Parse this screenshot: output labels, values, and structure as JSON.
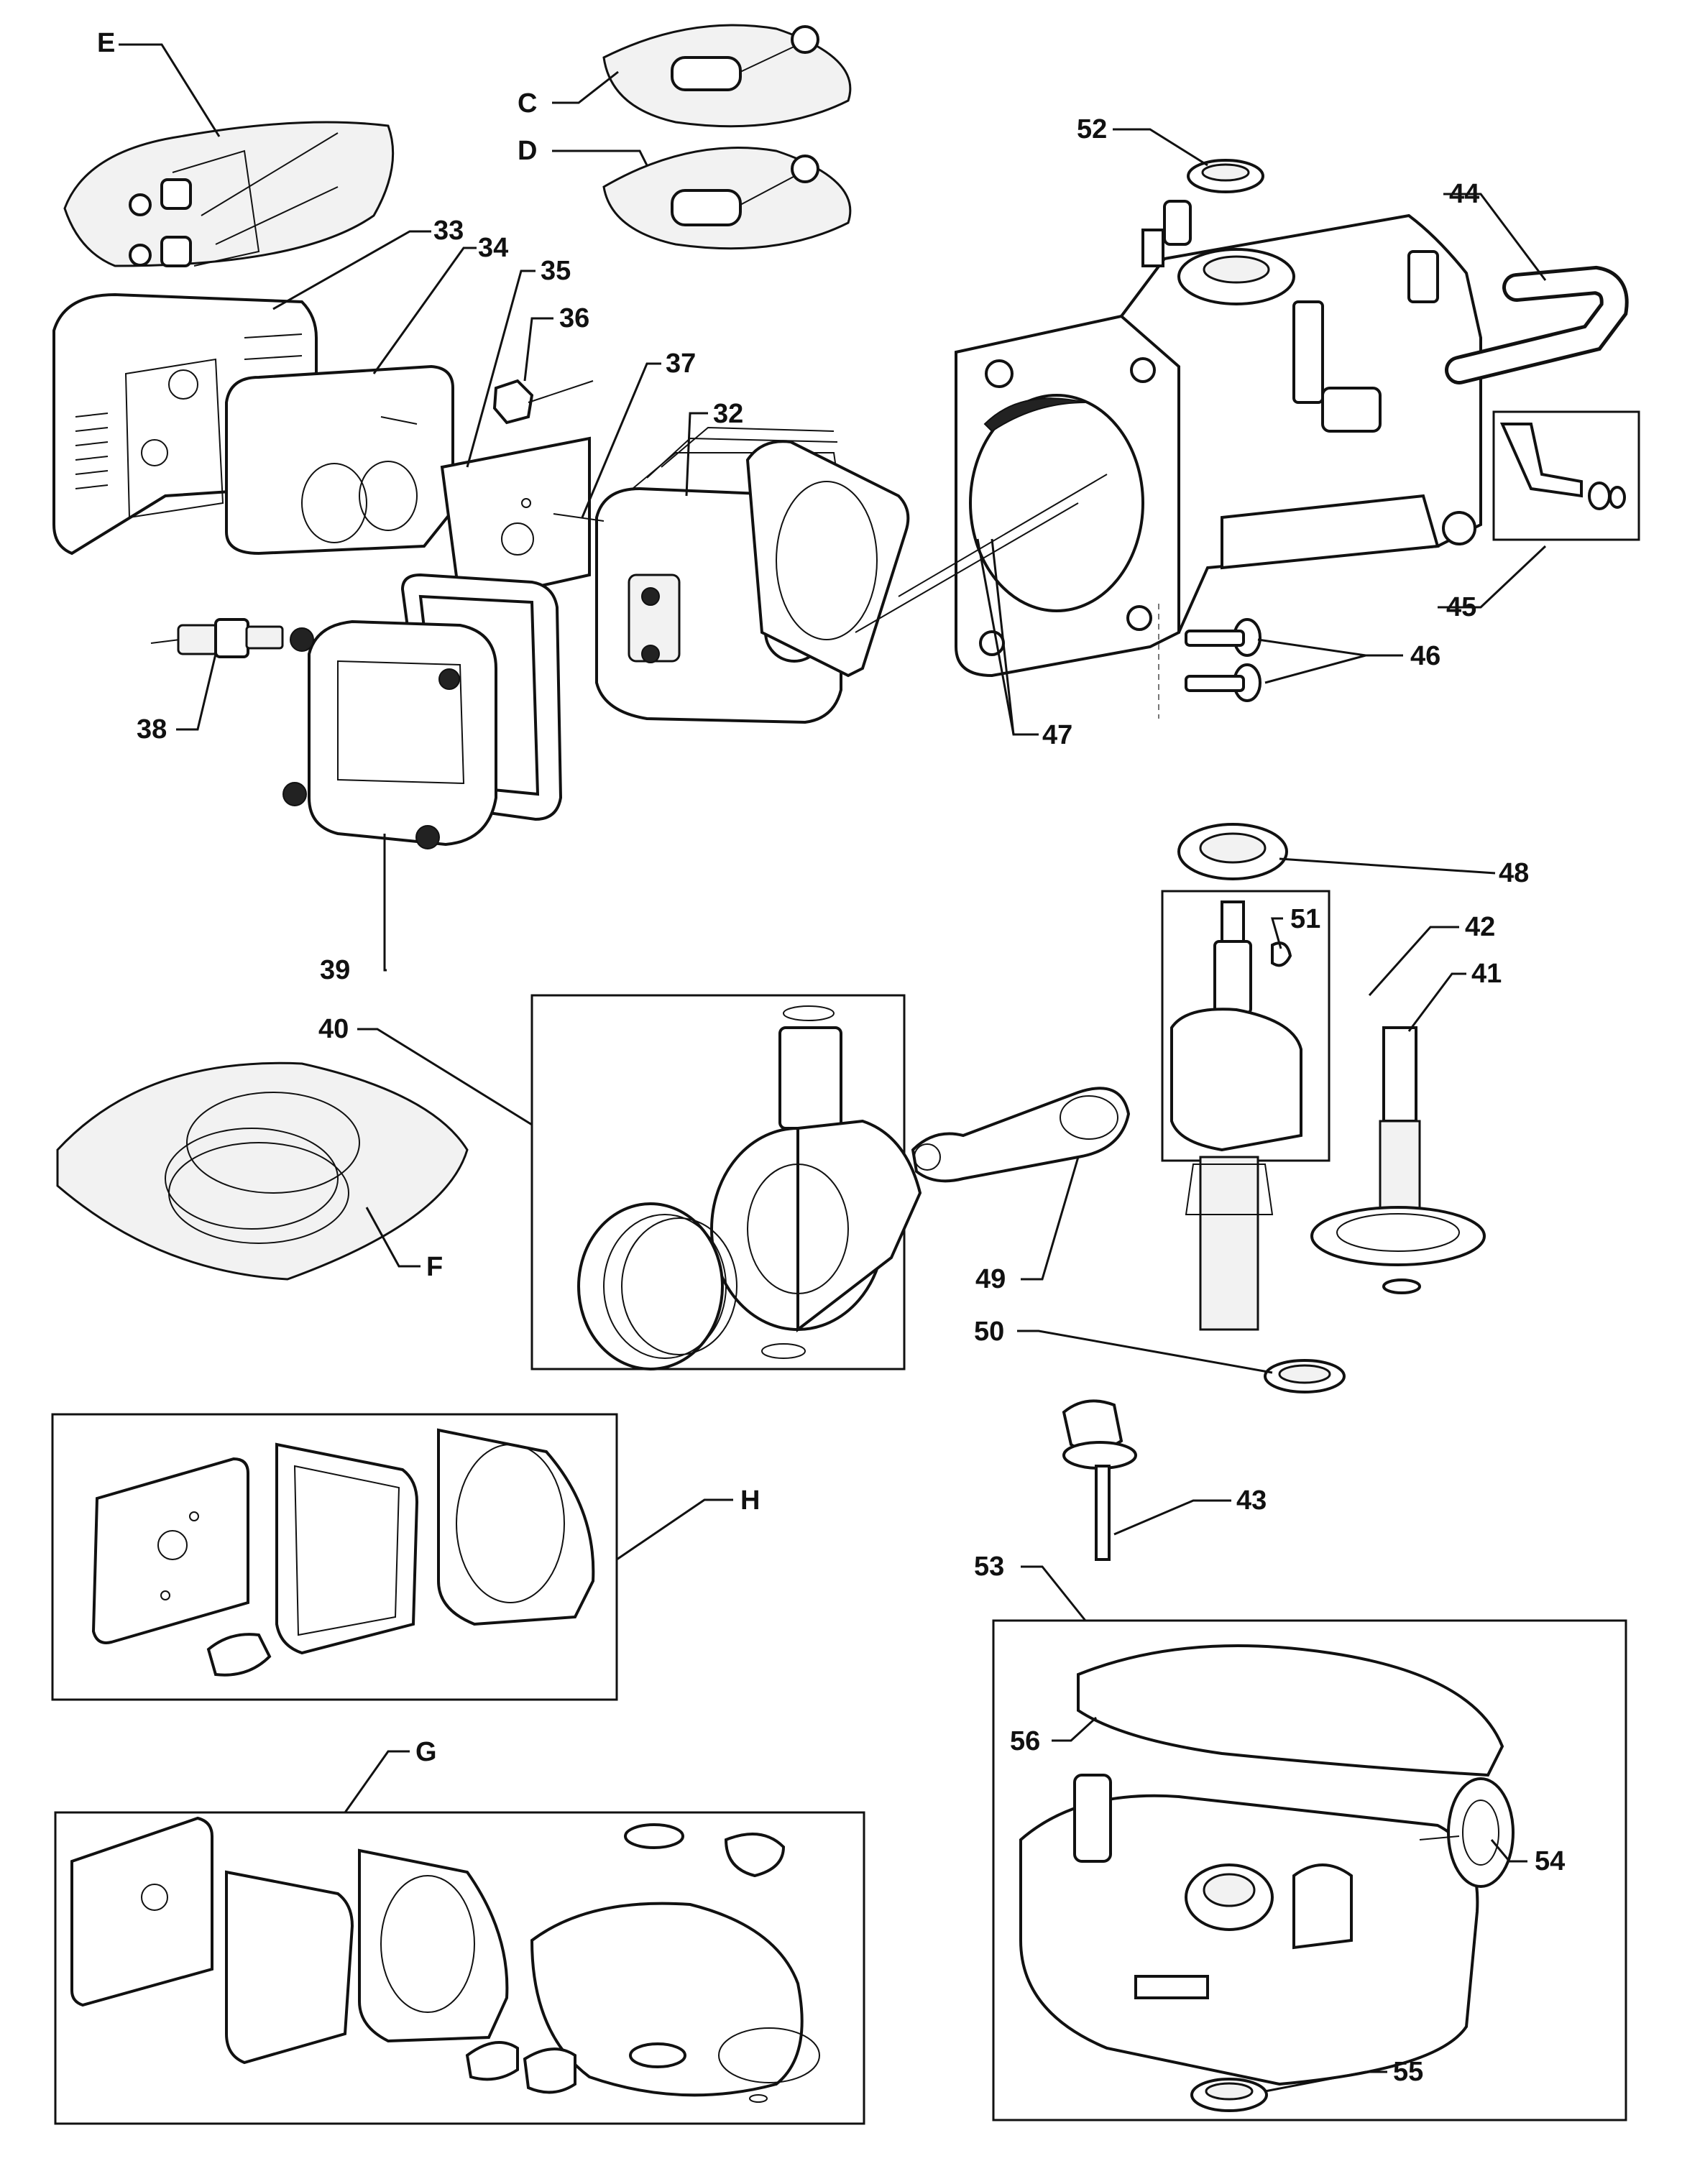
{
  "labels": {
    "E": "E",
    "C": "C",
    "D": "D",
    "52": "52",
    "44": "44",
    "33": "33",
    "34": "34",
    "35": "35",
    "36": "36",
    "37": "37",
    "32": "32",
    "45": "45",
    "46": "46",
    "47": "47",
    "38": "38",
    "39": "39",
    "48": "48",
    "51": "51",
    "42": "42",
    "41": "41",
    "40": "40",
    "F": "F",
    "49": "49",
    "50": "50",
    "H": "H",
    "43": "43",
    "53": "53",
    "56": "56",
    "G": "G",
    "54": "54",
    "55": "55"
  }
}
